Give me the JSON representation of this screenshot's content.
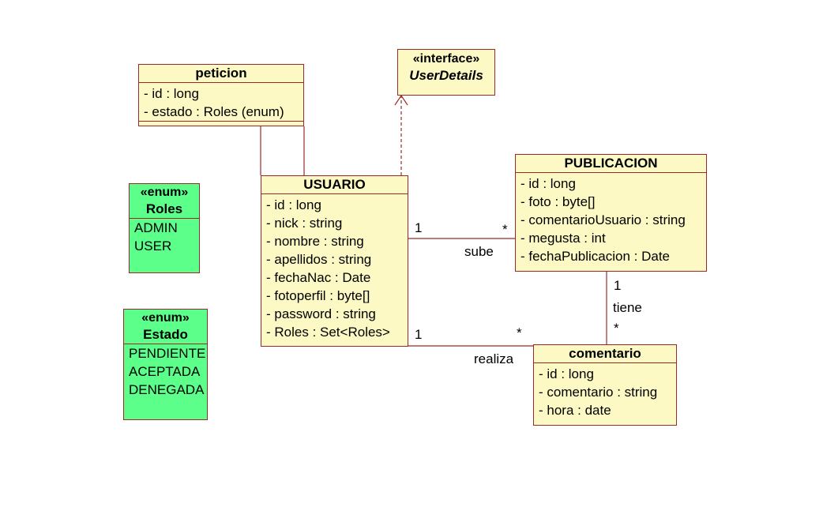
{
  "classes": {
    "peticion": {
      "name": "peticion",
      "attributes": [
        "- id : long",
        "- estado : Roles (enum)"
      ]
    },
    "userdetails": {
      "stereotype": "«interface»",
      "name": "UserDetails"
    },
    "usuario": {
      "name": "USUARIO",
      "attributes": [
        "- id : long",
        "- nick : string",
        "- nombre : string",
        "- apellidos : string",
        "- fechaNac : Date",
        "- fotoperfil : byte[]",
        "- password : string",
        "- Roles : Set<Roles>"
      ]
    },
    "publicacion": {
      "name": "PUBLICACION",
      "attributes": [
        "- id : long",
        "- foto : byte[]",
        "- comentarioUsuario : string",
        "- megusta : int",
        "- fechaPublicacion : Date"
      ]
    },
    "comentario": {
      "name": "comentario",
      "attributes": [
        "- id : long",
        "- comentario : string",
        "- hora : date"
      ]
    }
  },
  "enums": {
    "roles": {
      "stereotype": "«enum»",
      "name": "Roles",
      "literals": [
        "ADMIN",
        "USER"
      ]
    },
    "estado": {
      "stereotype": "«enum»",
      "name": "Estado",
      "literals": [
        "PENDIENTE",
        "ACEPTADA",
        "DENEGADA"
      ]
    }
  },
  "associations": {
    "sube": {
      "name": "sube",
      "mult_source": "1",
      "mult_target": "*"
    },
    "realiza": {
      "name": "realiza",
      "mult_source": "1",
      "mult_target": "*"
    },
    "tiene": {
      "name": "tiene",
      "mult_source": "1",
      "mult_target": "*"
    }
  },
  "colors": {
    "border": "#9a2a2a",
    "class_fill": "#fdf9c4",
    "enum_fill": "#5cff8a"
  }
}
